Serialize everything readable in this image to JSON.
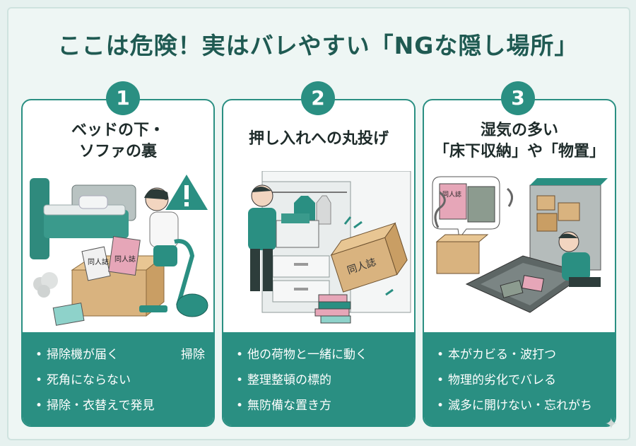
{
  "title": "ここは危険！実はバレやすい「NGな隠し場所」",
  "cards": [
    {
      "number": "1",
      "title_line1": "ベッドの下・",
      "title_line2": "ソファの裏",
      "bullets": [
        "掃除機が届く",
        "死角にならない",
        "掃除・衣替えで発見"
      ],
      "extra": "掃除",
      "box_label1": "同人誌",
      "box_label2": "同人誌",
      "warning_icon": "warning-triangle-icon"
    },
    {
      "number": "2",
      "title_line1": "押し入れへの丸投げ",
      "title_line2": "",
      "bullets": [
        "他の荷物と一緒に動く",
        "整理整頓の標的",
        "無防備な置き方"
      ],
      "box_label": "同人誌"
    },
    {
      "number": "3",
      "title_line1": "湿気の多い",
      "title_line2": "「床下収納」や「物置」",
      "bullets": [
        "本がカビる・波打つ",
        "物理的劣化でバレる",
        "滅多に開けない・忘れがち"
      ],
      "book_label": "同人誌"
    }
  ],
  "colors": {
    "accent": "#2a8f82",
    "title": "#1f5a52",
    "background": "#e6f1ef"
  }
}
